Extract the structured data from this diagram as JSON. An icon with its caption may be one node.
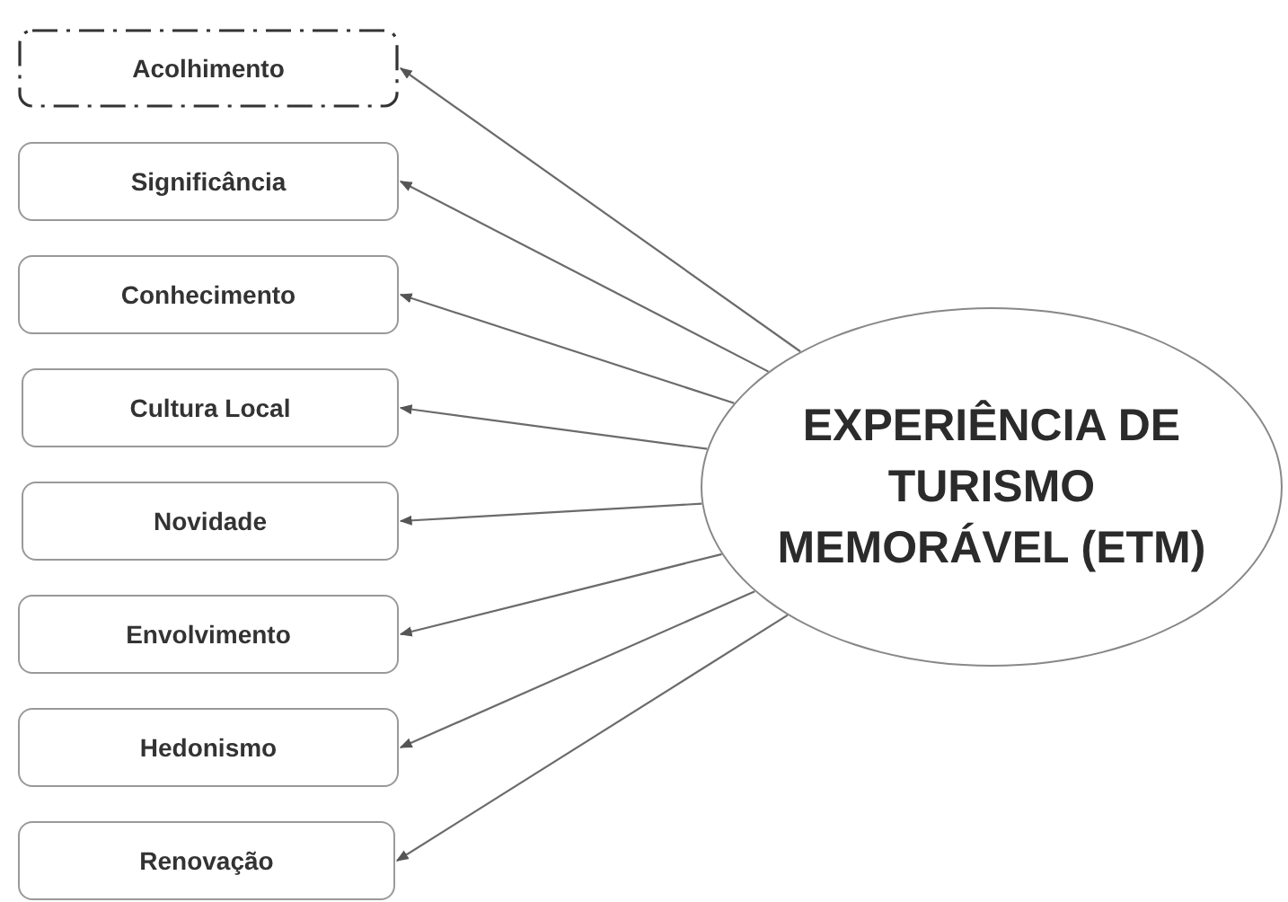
{
  "diagram": {
    "nodes": [
      {
        "text": [
          "Acolhimento"
        ]
      },
      {
        "text": [
          "Significância"
        ]
      },
      {
        "text": [
          "Conhecimento"
        ]
      },
      {
        "text": [
          "Cultura Local"
        ]
      },
      {
        "text": [
          "Novidade"
        ]
      },
      {
        "text": [
          "Envolvimento"
        ]
      },
      {
        "text": [
          "Hedonismo"
        ]
      },
      {
        "text": [
          "Renovação"
        ]
      },
      {
        "text": [
          "EXPERIÊNCIA DE TURISMO MEMORÁVEL (ETM)"
        ]
      }
    ],
    "edges": [
      {
        "from": 8,
        "to": 0,
        "arrow": "to"
      },
      {
        "from": 8,
        "to": 1,
        "arrow": "to"
      },
      {
        "from": 8,
        "to": 2,
        "arrow": "to"
      },
      {
        "from": 8,
        "to": 3,
        "arrow": "to"
      },
      {
        "from": 8,
        "to": 4,
        "arrow": "to"
      },
      {
        "from": 8,
        "to": 5,
        "arrow": "to"
      },
      {
        "from": 8,
        "to": 6,
        "arrow": "to"
      },
      {
        "from": 8,
        "to": 7,
        "arrow": "to"
      }
    ]
  }
}
